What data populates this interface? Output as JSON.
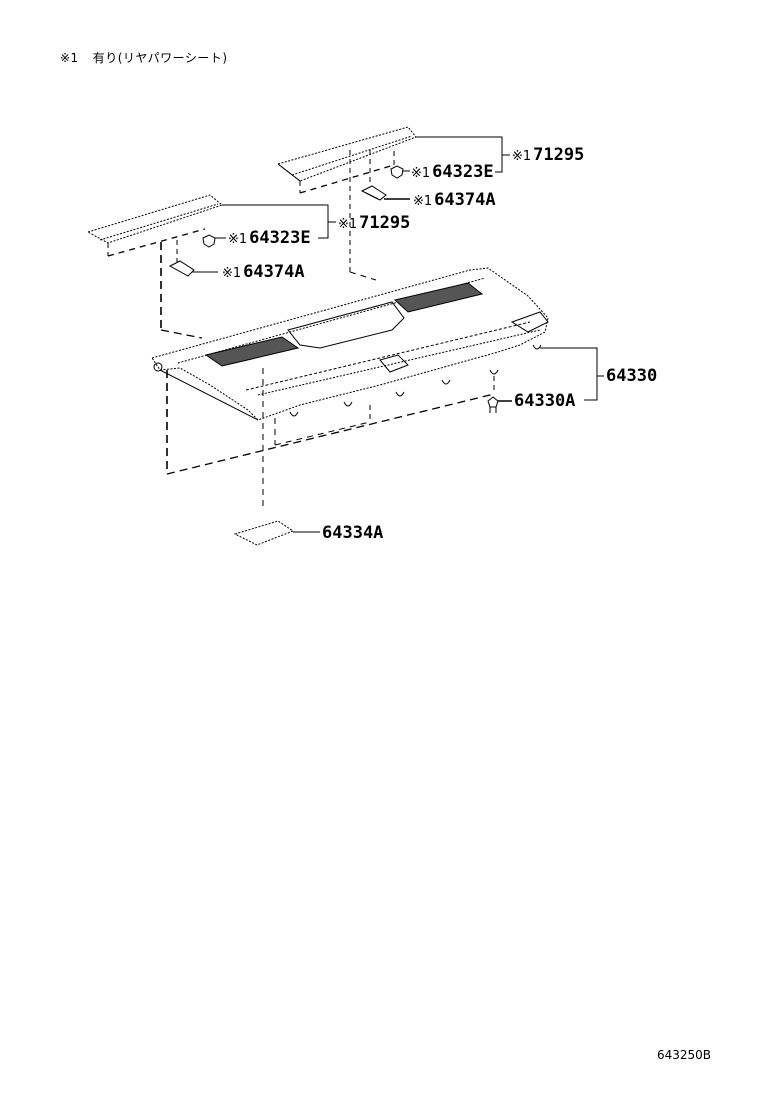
{
  "note": {
    "mark": "※1",
    "text": "有り(リヤパワーシート)"
  },
  "callouts": [
    {
      "id": "upper-71295",
      "ref": "※1",
      "part": "71295"
    },
    {
      "id": "upper-64323E",
      "ref": "※1",
      "part": "64323E"
    },
    {
      "id": "upper-64374A",
      "ref": "※1",
      "part": "64374A"
    },
    {
      "id": "lower-71295",
      "ref": "※1",
      "part": "71295"
    },
    {
      "id": "lower-64323E",
      "ref": "※1",
      "part": "64323E"
    },
    {
      "id": "lower-64374A",
      "ref": "※1",
      "part": "64374A"
    },
    {
      "id": "main-64330",
      "ref": "",
      "part": "64330"
    },
    {
      "id": "clip-64330A",
      "ref": "",
      "part": "64330A"
    },
    {
      "id": "cover-64334A",
      "ref": "",
      "part": "64334A"
    }
  ],
  "diagram_code": "643250B"
}
